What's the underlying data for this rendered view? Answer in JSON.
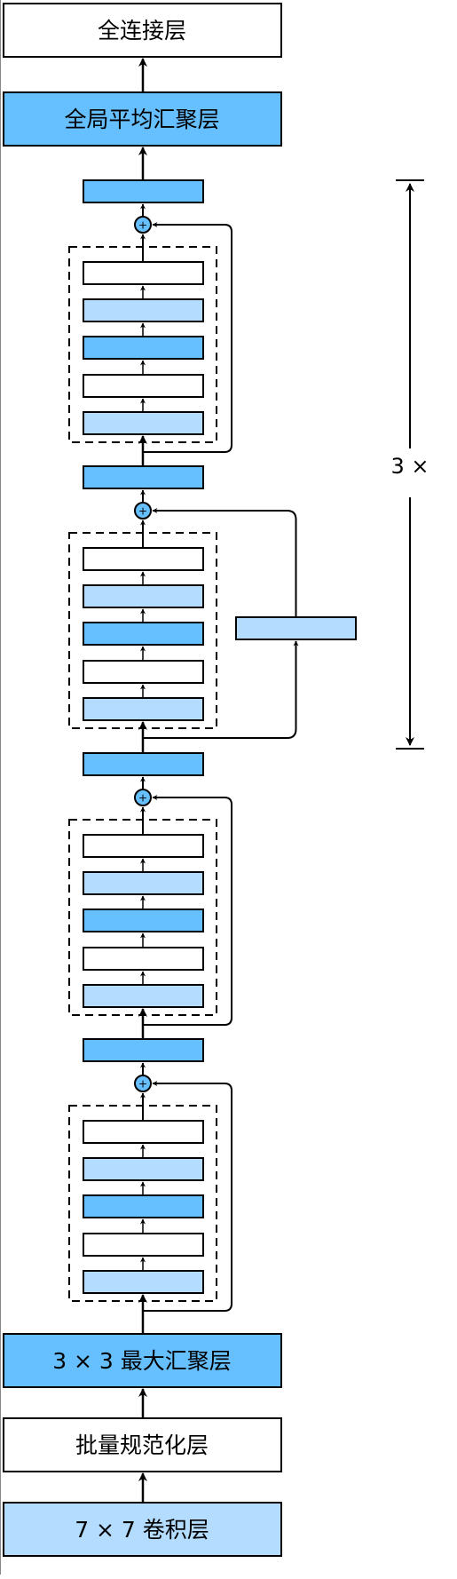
{
  "layers": {
    "fc": "全连接层",
    "gap": "全局平均汇聚层",
    "maxpool": "3 × 3 最大汇聚层",
    "bn": "批量规范化层",
    "conv": "7 × 7 卷积层"
  },
  "repeat_label": "3 ×",
  "plus_symbol": "+",
  "dense_blocks": [
    {
      "has_projection": false,
      "layers": [
        "white",
        "light",
        "blue",
        "white",
        "light"
      ]
    },
    {
      "has_projection": true,
      "layers": [
        "white",
        "light",
        "blue",
        "white",
        "light"
      ]
    },
    {
      "has_projection": false,
      "layers": [
        "white",
        "light",
        "blue",
        "white",
        "light"
      ]
    },
    {
      "has_projection": false,
      "layers": [
        "white",
        "light",
        "blue",
        "white",
        "light"
      ]
    }
  ],
  "colors": {
    "blue": "#66bfff",
    "light": "#b3dcff",
    "white": "#ffffff",
    "stroke": "#000000",
    "left_border": "#888888"
  }
}
